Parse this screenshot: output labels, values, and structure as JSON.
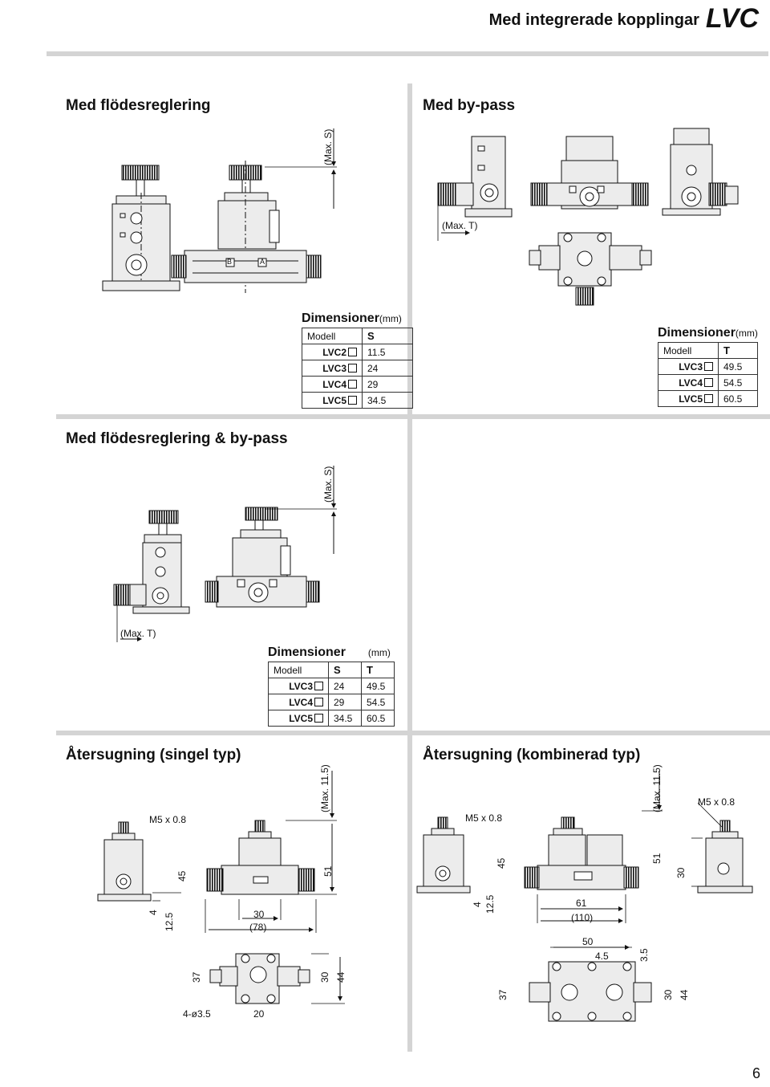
{
  "header": {
    "title": "Med integrerade kopplingar",
    "model": "LVC"
  },
  "sections": {
    "flow": "Med flödesreglering",
    "bypass": "Med by-pass",
    "flow_bypass": "Med flödesreglering & by-pass",
    "suction_single": "Återsugning (singel typ)",
    "suction_combined": "Återsugning (kombinerad typ)"
  },
  "labels": {
    "max_s_1": "(Max. S)",
    "max_t_1": "(Max. T)",
    "max_s_2": "(Max. S)",
    "max_t_2": "(Max. T)",
    "max_115_a": "(Max. 11.5)",
    "max_115_b": "(Max. 11.5)",
    "port_b": "B",
    "port_a": "A",
    "m5_a": "M5 x 0.8",
    "m5_b": "M5 x 0.8",
    "m5_c": "M5 x 0.8"
  },
  "dims_single": {
    "d4": "4",
    "d125": "12.5",
    "d45": "45",
    "d51": "51",
    "d30": "30",
    "d78": "(78)",
    "d37": "37",
    "d30b": "30",
    "d44": "44",
    "hole": "4-ø3.5",
    "d20": "20"
  },
  "dims_combined": {
    "d4": "4",
    "d125": "12.5",
    "d45": "45",
    "d51": "51",
    "d30": "30",
    "d61": "61",
    "d110": "(110)",
    "d50": "50",
    "d45b": "4.5",
    "d35": "3.5",
    "d37": "37",
    "d30b": "30",
    "d44": "44"
  },
  "tables": {
    "flow": {
      "title": "Dimensioner",
      "unit": "(mm)",
      "headers": [
        "Modell",
        "S"
      ],
      "rows": [
        [
          "LVC2",
          "11.5"
        ],
        [
          "LVC3",
          "24"
        ],
        [
          "LVC4",
          "29"
        ],
        [
          "LVC5",
          "34.5"
        ]
      ]
    },
    "bypass": {
      "title": "Dimensioner",
      "unit": "(mm)",
      "headers": [
        "Modell",
        "T"
      ],
      "rows": [
        [
          "LVC3",
          "49.5"
        ],
        [
          "LVC4",
          "54.5"
        ],
        [
          "LVC5",
          "60.5"
        ]
      ]
    },
    "flow_bypass": {
      "title": "Dimensioner",
      "unit": "(mm)",
      "headers": [
        "Modell",
        "S",
        "T"
      ],
      "rows": [
        [
          "LVC3",
          "24",
          "49.5"
        ],
        [
          "LVC4",
          "29",
          "54.5"
        ],
        [
          "LVC5",
          "34.5",
          "60.5"
        ]
      ]
    }
  },
  "page_number": "6"
}
